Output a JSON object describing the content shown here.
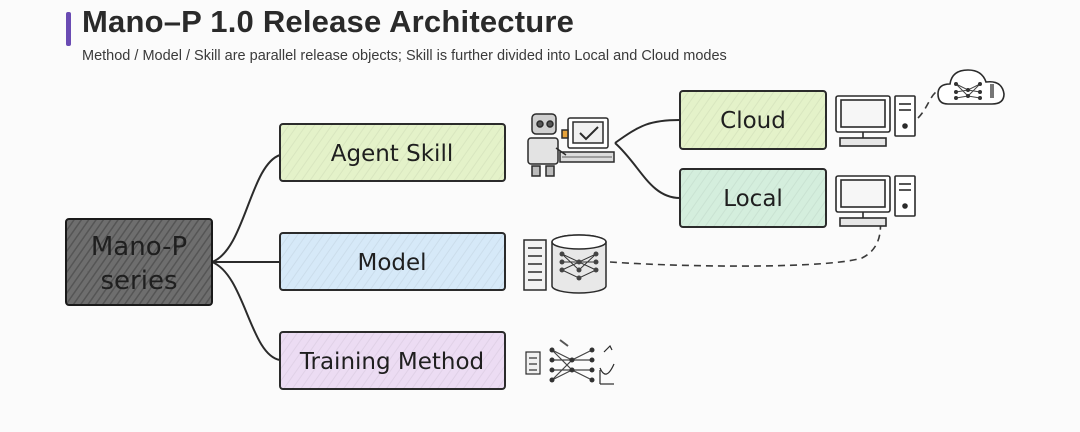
{
  "header": {
    "title": "Mano–P 1.0 Release Architecture",
    "subtitle": "Method / Model / Skill are parallel release objects; Skill is further divided into Local and Cloud modes"
  },
  "diagram": {
    "root": {
      "line1": "Mano-P",
      "line2": "series",
      "color": "#5a5a5a"
    },
    "branches": [
      {
        "label": "Agent Skill",
        "color": "#e4f2c9"
      },
      {
        "label": "Model",
        "color": "#d6e9f8"
      },
      {
        "label": "Training Method",
        "color": "#ecdcf3"
      }
    ],
    "skill_modes": [
      {
        "label": "Cloud",
        "color": "#e4f2c9"
      },
      {
        "label": "Local",
        "color": "#d4eedd"
      }
    ],
    "icons": [
      "robot-computer-icon",
      "neural-database-icon",
      "training-network-icon",
      "desktop-computer-icon",
      "cloud-network-icon"
    ]
  }
}
